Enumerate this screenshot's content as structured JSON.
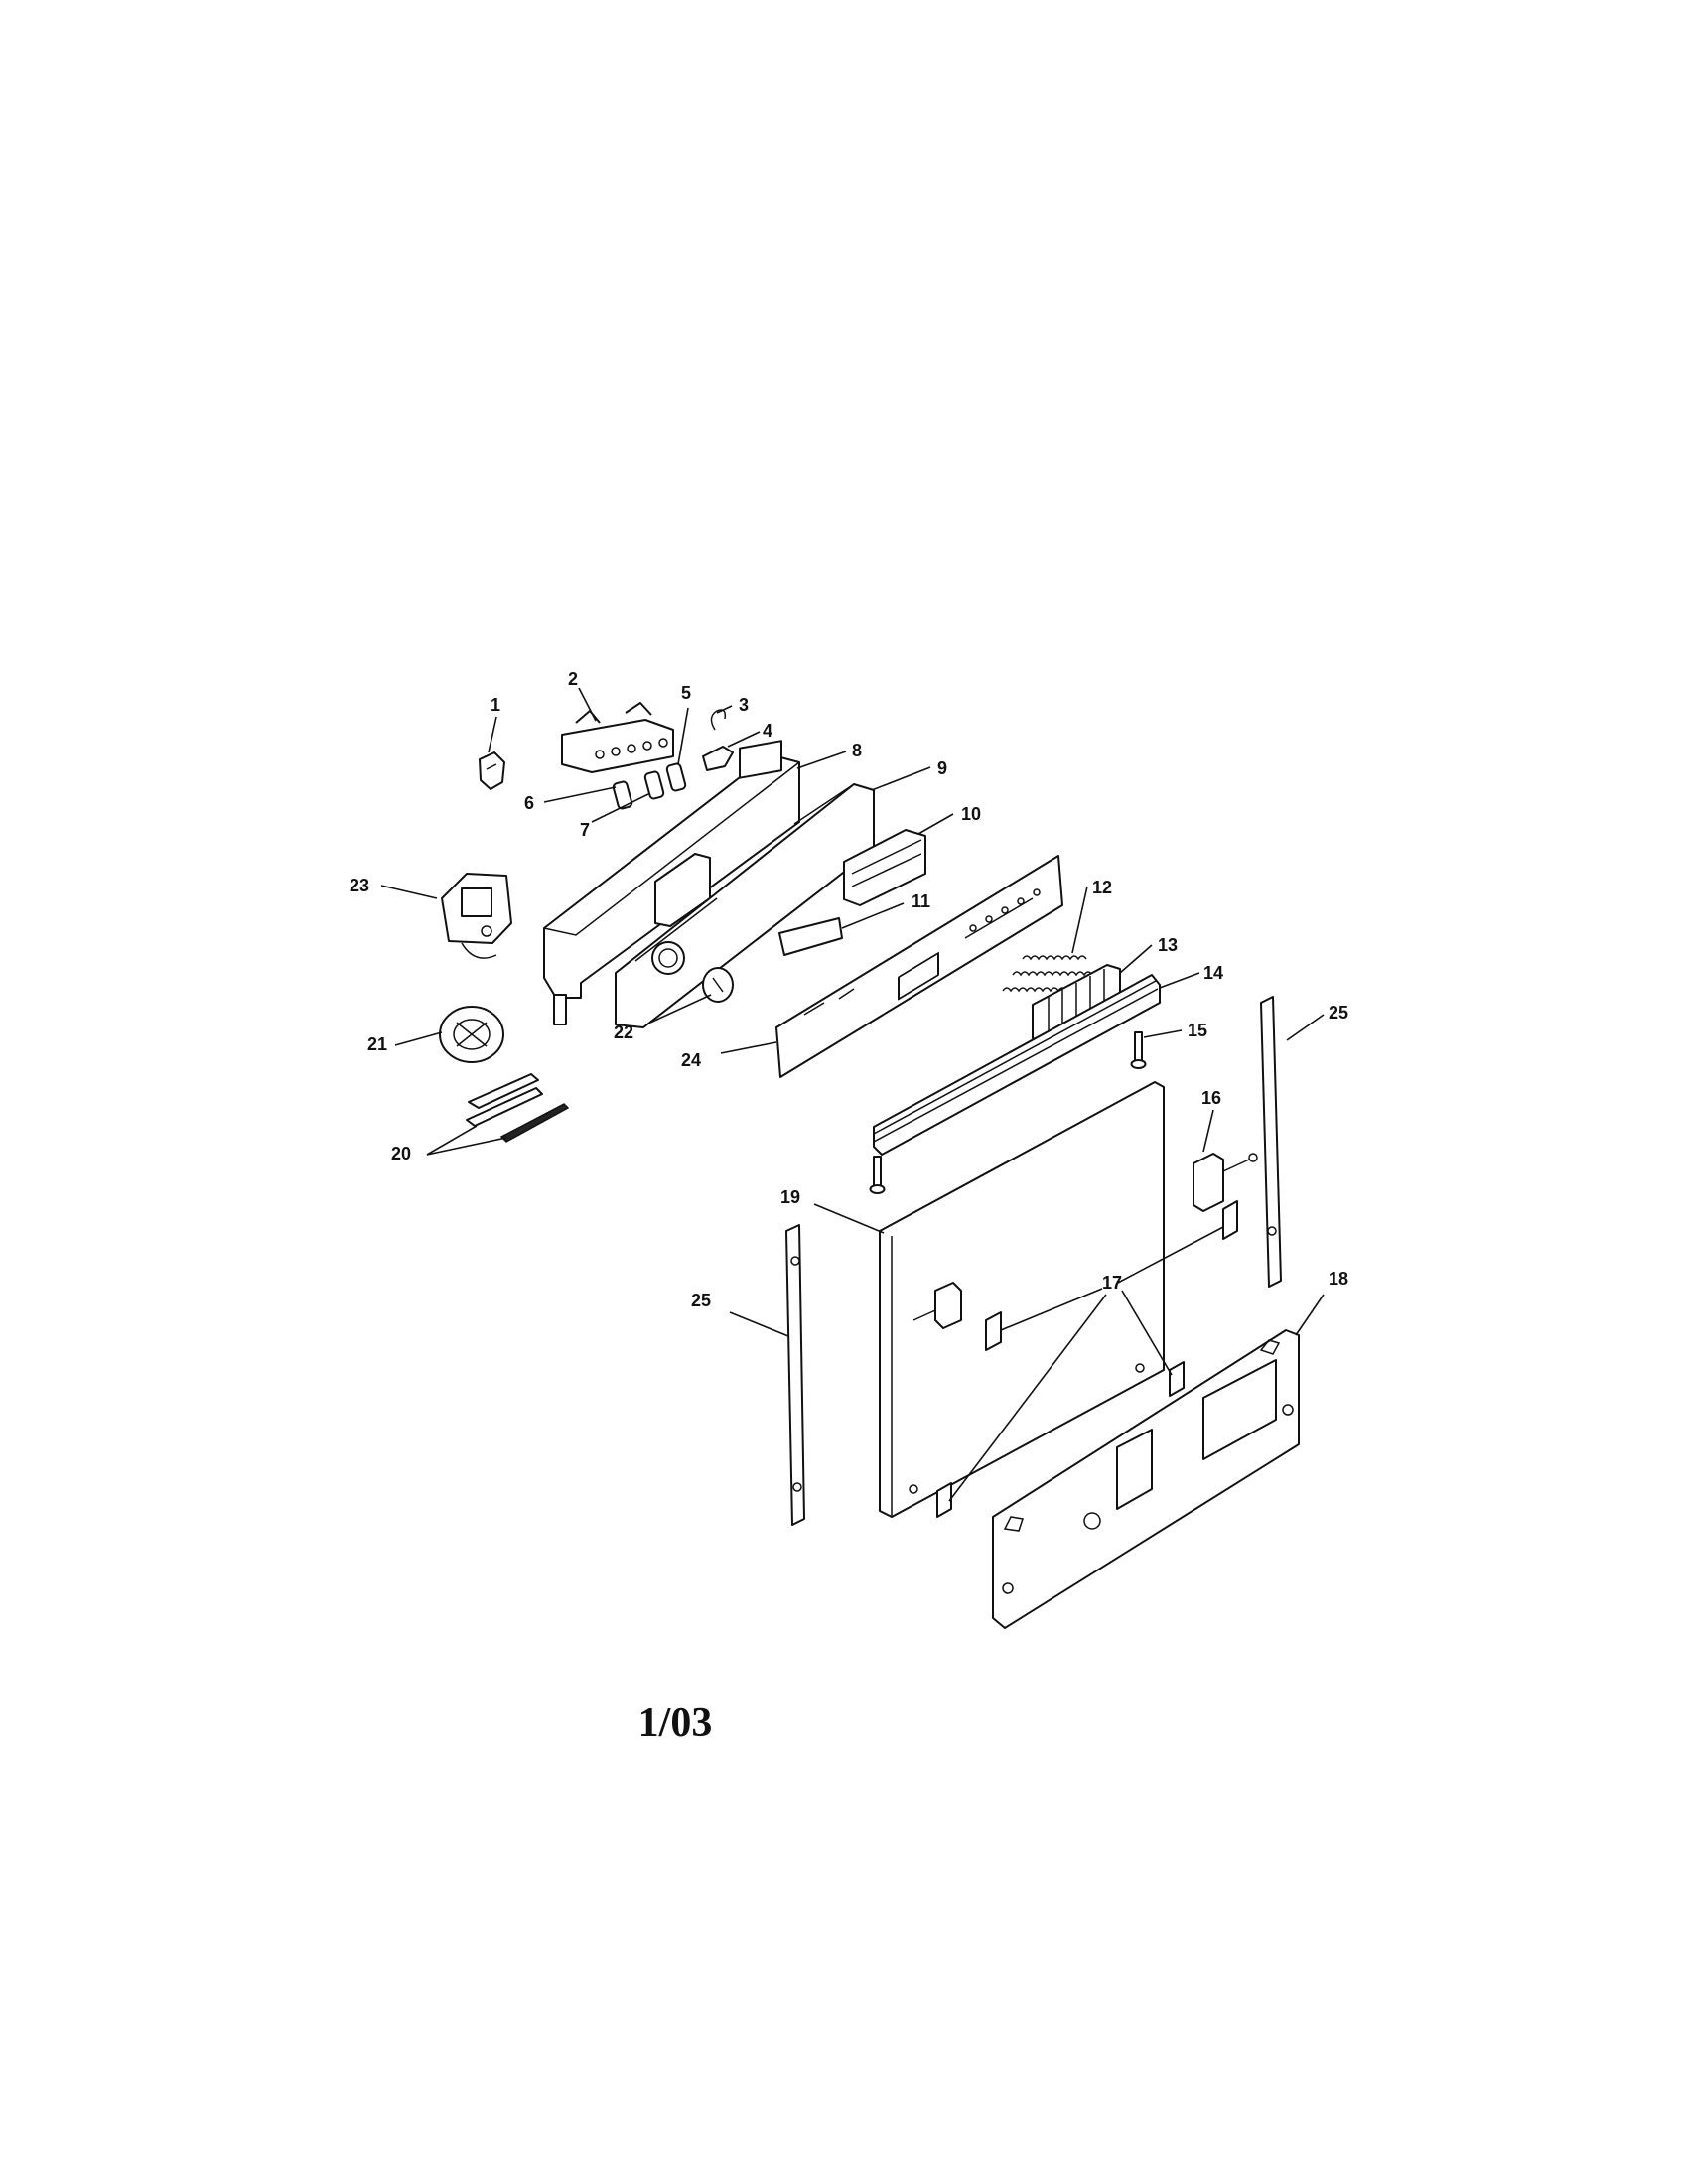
{
  "diagram": {
    "revision_code": "1/03",
    "callouts": {
      "c1": "1",
      "c2": "2",
      "c3": "3",
      "c4": "4",
      "c5": "5",
      "c6": "6",
      "c7": "7",
      "c8": "8",
      "c9": "9",
      "c10": "10",
      "c11": "11",
      "c12": "12",
      "c13": "13",
      "c14": "14",
      "c15": "15",
      "c16": "16",
      "c17": "17",
      "c18": "18",
      "c19": "19",
      "c20": "20",
      "c21": "21",
      "c22": "22",
      "c23": "23",
      "c24": "24",
      "c25a": "25",
      "c25b": "25"
    }
  }
}
